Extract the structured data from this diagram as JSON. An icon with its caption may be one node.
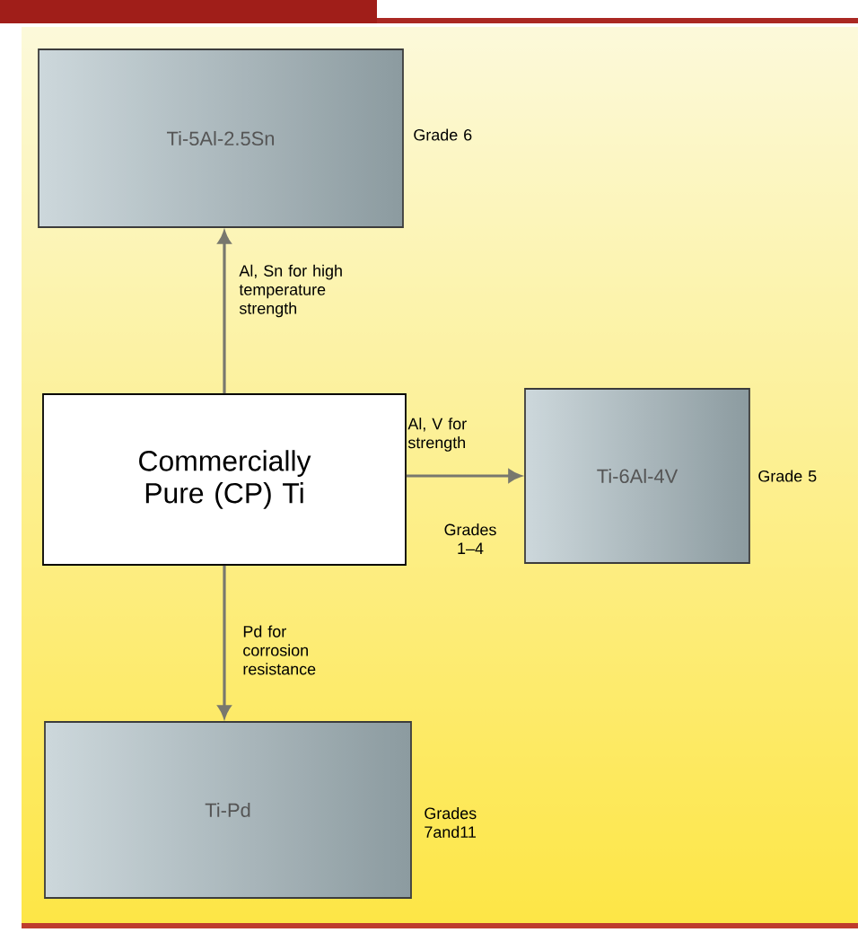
{
  "diagram": {
    "nodes": [
      {
        "text": [
          "Commercially Pure (CP) Ti"
        ]
      },
      {
        "text": [
          "Ti-5Al-2.5Sn"
        ],
        "beside": [
          "Grade 6"
        ]
      },
      {
        "text": [
          "Ti-6Al-4V"
        ],
        "beside": [
          "Grade 5"
        ]
      },
      {
        "text": [
          "Ti-Pd"
        ],
        "beside": [
          "Grades 7and11"
        ]
      }
    ],
    "edges": [
      {
        "from": 0,
        "to": 1,
        "arrow": "to",
        "label": "Al, Sn for high temperature strength"
      },
      {
        "from": 0,
        "to": 2,
        "arrow": "to",
        "label": "Al, V for strength"
      },
      {
        "from": 0,
        "to": 3,
        "arrow": "to",
        "label": "Pd for corrosion resistance"
      }
    ],
    "labels": [
      "Grades 1–4"
    ]
  }
}
